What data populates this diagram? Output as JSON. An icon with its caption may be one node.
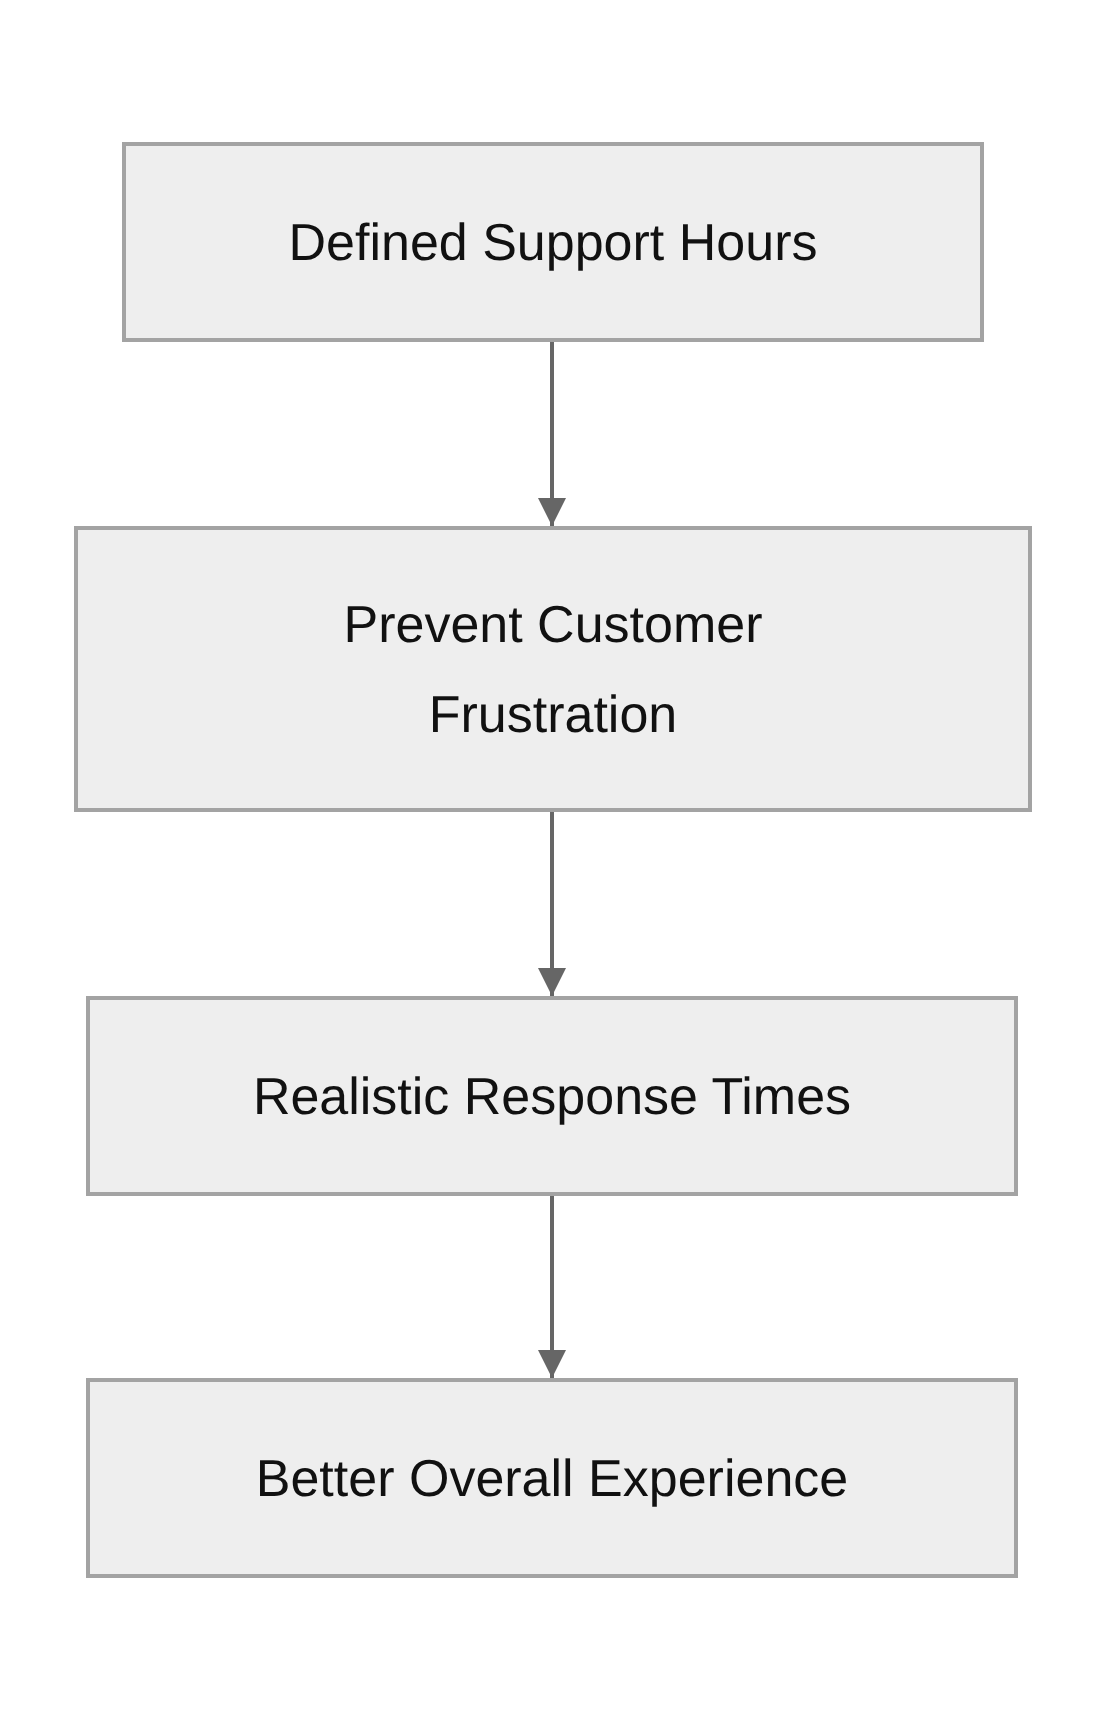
{
  "diagram": {
    "nodes": [
      {
        "text": [
          "Defined Support Hours"
        ]
      },
      {
        "text": [
          "Prevent Customer Frustration"
        ]
      },
      {
        "text": [
          "Realistic Response Times"
        ]
      },
      {
        "text": [
          "Better Overall Experience"
        ]
      }
    ],
    "edges": [
      {
        "from": 0,
        "to": 1,
        "arrow": "to"
      },
      {
        "from": 1,
        "to": 2,
        "arrow": "to"
      },
      {
        "from": 2,
        "to": 3,
        "arrow": "to"
      }
    ]
  }
}
